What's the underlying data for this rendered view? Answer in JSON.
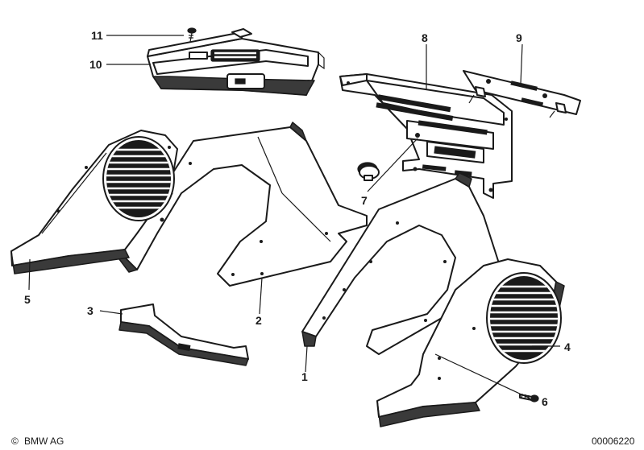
{
  "diagram": {
    "callouts": [
      {
        "id": "1",
        "text": "1"
      },
      {
        "id": "2",
        "text": "2"
      },
      {
        "id": "3",
        "text": "3"
      },
      {
        "id": "4",
        "text": "4"
      },
      {
        "id": "5",
        "text": "5"
      },
      {
        "id": "6",
        "text": "6"
      },
      {
        "id": "7",
        "text": "7"
      },
      {
        "id": "8",
        "text": "8"
      },
      {
        "id": "9",
        "text": "9"
      },
      {
        "id": "10",
        "text": "10"
      },
      {
        "id": "11",
        "text": "11"
      }
    ],
    "footer": {
      "copyright_symbol": "©",
      "copyright": "BMW AG",
      "drawing_number": "00006220"
    }
  }
}
